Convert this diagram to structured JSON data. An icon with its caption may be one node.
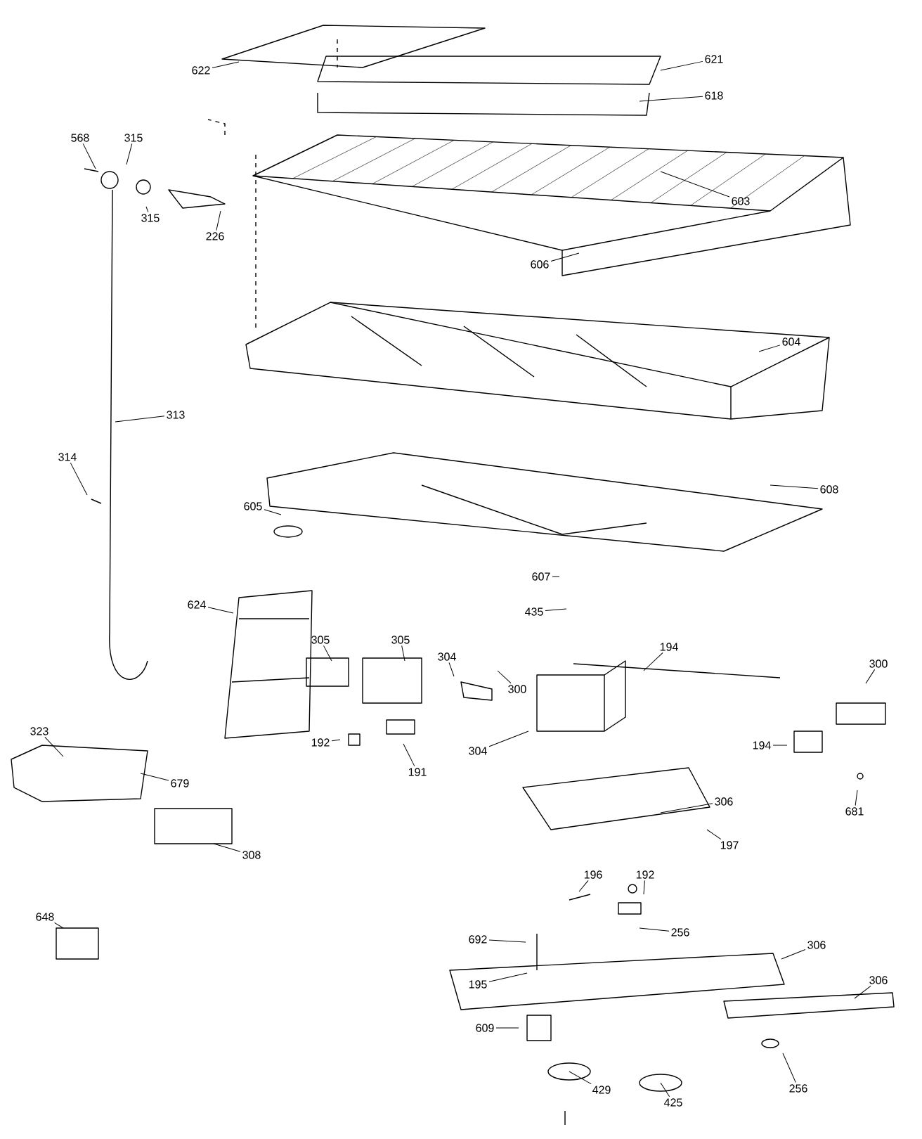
{
  "diagram": {
    "nodes": [
      {
        "text": [
          "622"
        ]
      },
      {
        "text": [
          "621"
        ]
      },
      {
        "text": [
          "618"
        ]
      },
      {
        "text": [
          "568"
        ]
      },
      {
        "text": [
          "315"
        ]
      },
      {
        "text": [
          "315"
        ]
      },
      {
        "text": [
          "226"
        ]
      },
      {
        "text": [
          "603"
        ]
      },
      {
        "text": [
          "606"
        ]
      },
      {
        "text": [
          "604"
        ]
      },
      {
        "text": [
          "313"
        ]
      },
      {
        "text": [
          "314"
        ]
      },
      {
        "text": [
          "608"
        ]
      },
      {
        "text": [
          "605"
        ]
      },
      {
        "text": [
          "607"
        ]
      },
      {
        "text": [
          "435"
        ]
      },
      {
        "text": [
          "624"
        ]
      },
      {
        "text": [
          "305"
        ]
      },
      {
        "text": [
          "305"
        ]
      },
      {
        "text": [
          "304"
        ]
      },
      {
        "text": [
          "300"
        ]
      },
      {
        "text": [
          "194"
        ]
      },
      {
        "text": [
          "300"
        ]
      },
      {
        "text": [
          "323"
        ]
      },
      {
        "text": [
          "192"
        ]
      },
      {
        "text": [
          "191"
        ]
      },
      {
        "text": [
          "304"
        ]
      },
      {
        "text": [
          "194"
        ]
      },
      {
        "text": [
          "679"
        ]
      },
      {
        "text": [
          "681"
        ]
      },
      {
        "text": [
          "306"
        ]
      },
      {
        "text": [
          "308"
        ]
      },
      {
        "text": [
          "197"
        ]
      },
      {
        "text": [
          "648"
        ]
      },
      {
        "text": [
          "196"
        ]
      },
      {
        "text": [
          "192"
        ]
      },
      {
        "text": [
          "692"
        ]
      },
      {
        "text": [
          "256"
        ]
      },
      {
        "text": [
          "306"
        ]
      },
      {
        "text": [
          "306"
        ]
      },
      {
        "text": [
          "195"
        ]
      },
      {
        "text": [
          "609"
        ]
      },
      {
        "text": [
          "429"
        ]
      },
      {
        "text": [
          "425"
        ]
      },
      {
        "text": [
          "256"
        ]
      }
    ],
    "edges": [
      {
        "from": 0,
        "to": null,
        "arrow": "none"
      },
      {
        "from": 1,
        "to": null,
        "arrow": "none"
      },
      {
        "from": 2,
        "to": null,
        "arrow": "none"
      },
      {
        "from": 3,
        "to": null,
        "arrow": "none"
      },
      {
        "from": 4,
        "to": null,
        "arrow": "none"
      },
      {
        "from": 5,
        "to": null,
        "arrow": "none"
      },
      {
        "from": 6,
        "to": null,
        "arrow": "none"
      },
      {
        "from": 7,
        "to": null,
        "arrow": "none"
      },
      {
        "from": 8,
        "to": null,
        "arrow": "none"
      },
      {
        "from": 9,
        "to": null,
        "arrow": "none"
      },
      {
        "from": 10,
        "to": null,
        "arrow": "none"
      },
      {
        "from": 11,
        "to": null,
        "arrow": "none"
      },
      {
        "from": 12,
        "to": null,
        "arrow": "none"
      },
      {
        "from": 13,
        "to": null,
        "arrow": "none"
      },
      {
        "from": 14,
        "to": null,
        "arrow": "none"
      },
      {
        "from": 15,
        "to": null,
        "arrow": "none"
      },
      {
        "from": 16,
        "to": null,
        "arrow": "none"
      },
      {
        "from": 17,
        "to": null,
        "arrow": "none"
      },
      {
        "from": 18,
        "to": null,
        "arrow": "none"
      },
      {
        "from": 19,
        "to": null,
        "arrow": "none"
      },
      {
        "from": 20,
        "to": null,
        "arrow": "none"
      },
      {
        "from": 21,
        "to": null,
        "arrow": "none"
      },
      {
        "from": 22,
        "to": null,
        "arrow": "none"
      },
      {
        "from": 23,
        "to": null,
        "arrow": "none"
      },
      {
        "from": 24,
        "to": null,
        "arrow": "none"
      },
      {
        "from": 25,
        "to": null,
        "arrow": "none"
      },
      {
        "from": 26,
        "to": null,
        "arrow": "none"
      },
      {
        "from": 27,
        "to": null,
        "arrow": "none"
      },
      {
        "from": 28,
        "to": null,
        "arrow": "none"
      },
      {
        "from": 29,
        "to": null,
        "arrow": "none"
      },
      {
        "from": 30,
        "to": null,
        "arrow": "none"
      },
      {
        "from": 31,
        "to": null,
        "arrow": "none"
      },
      {
        "from": 32,
        "to": null,
        "arrow": "none"
      },
      {
        "from": 33,
        "to": null,
        "arrow": "none"
      },
      {
        "from": 34,
        "to": null,
        "arrow": "none"
      },
      {
        "from": 35,
        "to": null,
        "arrow": "none"
      },
      {
        "from": 36,
        "to": null,
        "arrow": "none"
      },
      {
        "from": 37,
        "to": null,
        "arrow": "none"
      },
      {
        "from": 38,
        "to": null,
        "arrow": "none"
      },
      {
        "from": 39,
        "to": null,
        "arrow": "none"
      },
      {
        "from": 40,
        "to": null,
        "arrow": "none"
      },
      {
        "from": 41,
        "to": null,
        "arrow": "none"
      },
      {
        "from": 42,
        "to": null,
        "arrow": "none"
      },
      {
        "from": 43,
        "to": null,
        "arrow": "none"
      },
      {
        "from": 44,
        "to": null,
        "arrow": "none"
      }
    ]
  }
}
